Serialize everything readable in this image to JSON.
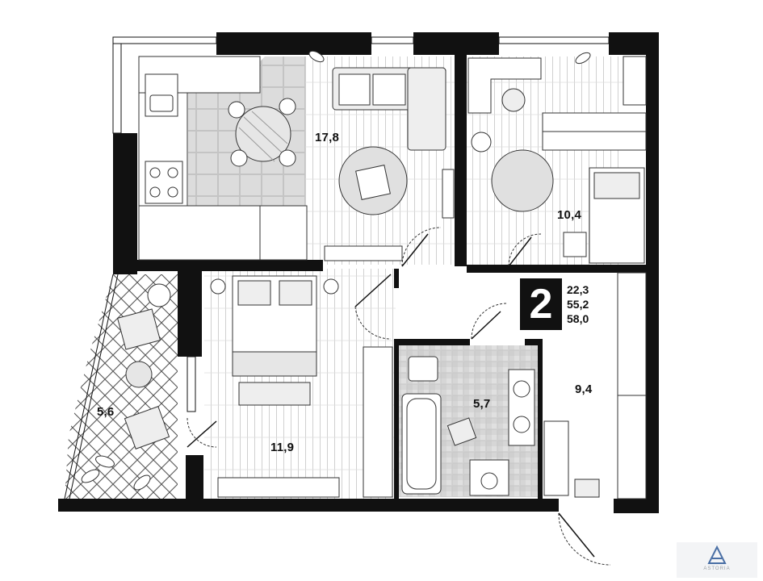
{
  "plan": {
    "rooms": [
      {
        "id": "living-kitchen",
        "area": "17,8"
      },
      {
        "id": "bedroom-office",
        "area": "10,4"
      },
      {
        "id": "balcony",
        "area": "5,6"
      },
      {
        "id": "bedroom",
        "area": "11,9"
      },
      {
        "id": "bathroom",
        "area": "5,7"
      },
      {
        "id": "hallway",
        "area": "9,4"
      }
    ],
    "summary": {
      "rooms_count": "2",
      "living_area": "22,3",
      "total_area": "55,2",
      "total_area_with_balcony": "58,0"
    }
  },
  "brand": {
    "name": "ASTORIA",
    "accent": "#4a6fa5"
  },
  "colors": {
    "wall": "#111111",
    "floor_tile": "#d9d9d9",
    "floor_wood_line": "#c8c8c8",
    "furniture_fill": "#e6e6e6"
  }
}
